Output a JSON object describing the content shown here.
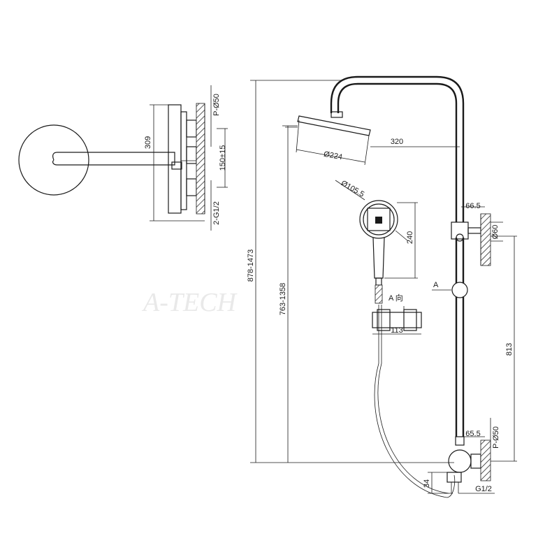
{
  "dimensions": {
    "side_view": {
      "height_309": "309",
      "pipe_dia": "P-Ø50",
      "center_distance": "150±15",
      "inlet_thread": "2-G1/2"
    },
    "front_view": {
      "overall_height": "878-1473",
      "slider_height": "763-1358",
      "arm_reach": "320",
      "head_dia": "Ø224",
      "hand_dia": "Ø105.5",
      "hand_length": "240",
      "bracket_offset": "66.5",
      "bracket_dia": "Ø60",
      "section_mark": "A",
      "section_label": "A 向",
      "holder_width": "113",
      "lower_height": "813",
      "base_offset": "65.5",
      "base_pipe_dia": "P-Ø50",
      "base_height": "34",
      "base_thread": "G1/2"
    }
  },
  "watermark": "A-TECH"
}
